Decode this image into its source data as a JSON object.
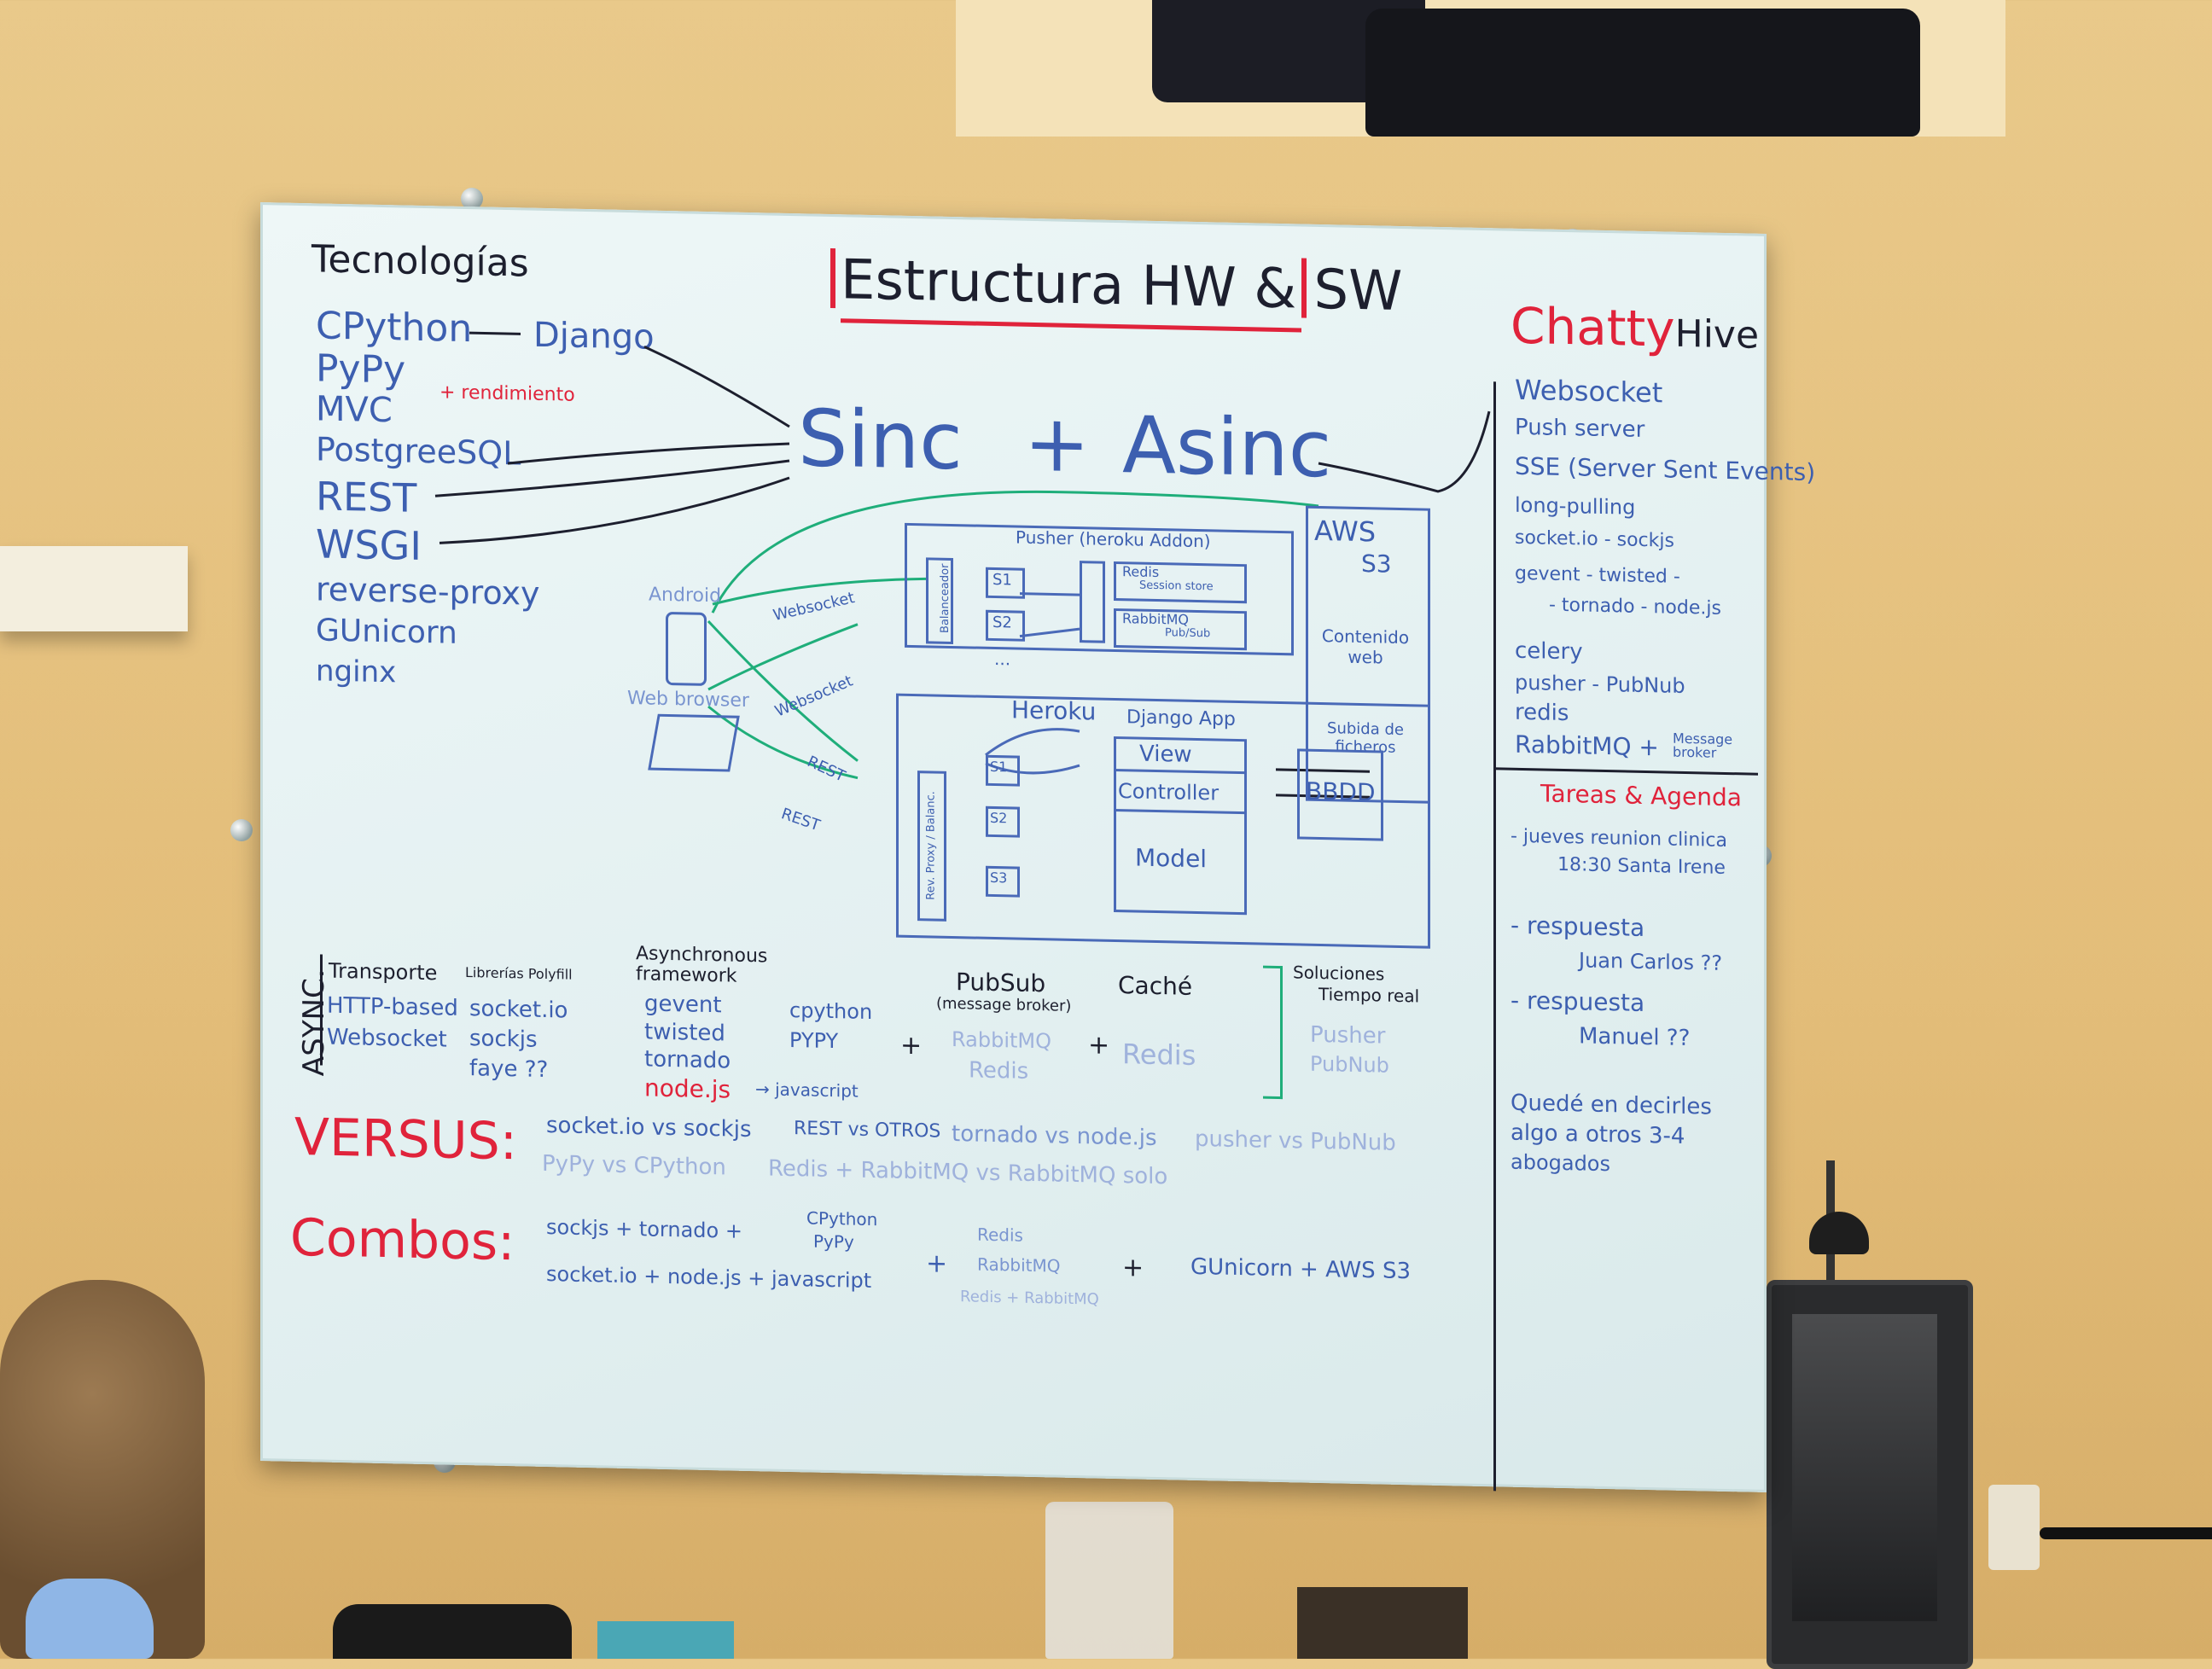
{
  "board": {
    "title": "Estructura HW & SW",
    "brand": {
      "part1": "Chatty",
      "part2": "Hive"
    },
    "tecnologias": {
      "heading": "Tecnologías",
      "items": [
        "CPython",
        "PyPy",
        "MVC",
        "PostgreeSQL",
        "REST",
        "WSGI",
        "reverse-proxy",
        "GUnicorn",
        "nginx"
      ],
      "django": "Django",
      "django_note": "+ rendimiento"
    },
    "center_heading": {
      "sinc": "Sinc",
      "plus": "+",
      "asinc": "Asinc"
    },
    "right_list": [
      "Websocket",
      "Push server",
      "SSE (Server Sent Events)",
      "long-pulling",
      "socket.io - sockjs",
      "gevent - twisted -",
      "- tornado - node.js",
      "celery",
      "pusher - PubNub",
      "redis",
      "RabbitMQ +"
    ],
    "message_broker": "Message broker",
    "agenda": {
      "heading": "Tareas & Agenda",
      "items": [
        "- jueves reunion clinica",
        "18:30 Santa Irene",
        "- respuesta",
        "Juan Carlos ??",
        "- respuesta",
        "Manuel ??",
        "Quedé en decirles",
        "algo a otros 3-4",
        "abogados"
      ]
    },
    "diagram": {
      "pusher_box": "Pusher (heroku Addon)",
      "s1": "S1",
      "s2": "S2",
      "redis_box": "Redis",
      "redis_sub": "Session store",
      "rabbit_box": "RabbitMQ",
      "rabbit_sub": "Pub/Sub",
      "aws": "AWS",
      "s3": "S3",
      "aws_content": "Contenido web",
      "aws_upload": "Subida de ficheros",
      "android": "Android",
      "web_browser": "Web browser",
      "websocket1": "Websocket",
      "websocket2": "Websocket",
      "rest1": "REST",
      "rest2": "REST",
      "heroku": "Heroku",
      "django_app": "Django App",
      "view": "View",
      "controller": "Controller",
      "model": "Model",
      "bbdd": "BBDD",
      "balancer": "Balanceador",
      "proxy": "Rev. Proxy / Balanc.",
      "h1": "S1",
      "h2": "S2",
      "h3": "S3",
      "dots": "..."
    },
    "async_section": {
      "label": "ASYNC.",
      "transporte": "Transporte",
      "transporte_items": [
        "HTTP-based",
        "Websocket"
      ],
      "polyfill": "Librerías Polyfill",
      "polyfill_items": [
        "socket.io",
        "sockjs",
        "faye ??"
      ],
      "framework": "Asynchronous framework",
      "framework_items": [
        "gevent",
        "twisted",
        "tornado"
      ],
      "nodejs": "node.js",
      "python_items": [
        "cpython",
        "PYPY"
      ],
      "javascript": "→ javascript",
      "pubsub": "PubSub",
      "pubsub_sub": "(message broker)",
      "pubsub_items": [
        "RabbitMQ",
        "Redis"
      ],
      "cache": "Caché",
      "cache_items": [
        "Redis"
      ],
      "soluciones": "Soluciones",
      "tiempo_real": "Tiempo real",
      "soluciones_items": [
        "Pusher",
        "PubNub"
      ],
      "plus": "+"
    },
    "versus": {
      "label": "VERSUS:",
      "row1": [
        "socket.io vs sockjs",
        "REST vs OTROS",
        "tornado vs node.js",
        "pusher vs PubNub"
      ],
      "row2": [
        "PyPy vs CPython",
        "Redis + RabbitMQ vs RabbitMQ solo"
      ]
    },
    "combos": {
      "label": "Combos:",
      "row1": "sockjs + tornado +",
      "row2": "socket.io + node.js + javascript",
      "python": [
        "CPython",
        "PyPy"
      ],
      "brokers": [
        "Redis",
        "RabbitMQ",
        "Redis + RabbitMQ"
      ],
      "tail": "GUnicorn + AWS S3",
      "plus": "+"
    }
  },
  "colors": {
    "wall": "#e6c27f",
    "board": "#e6f2f2",
    "marker_blue": "#3d5fb0",
    "marker_red": "#e0233b",
    "marker_black": "#1d1f2e",
    "marker_green": "#1fae7a"
  }
}
